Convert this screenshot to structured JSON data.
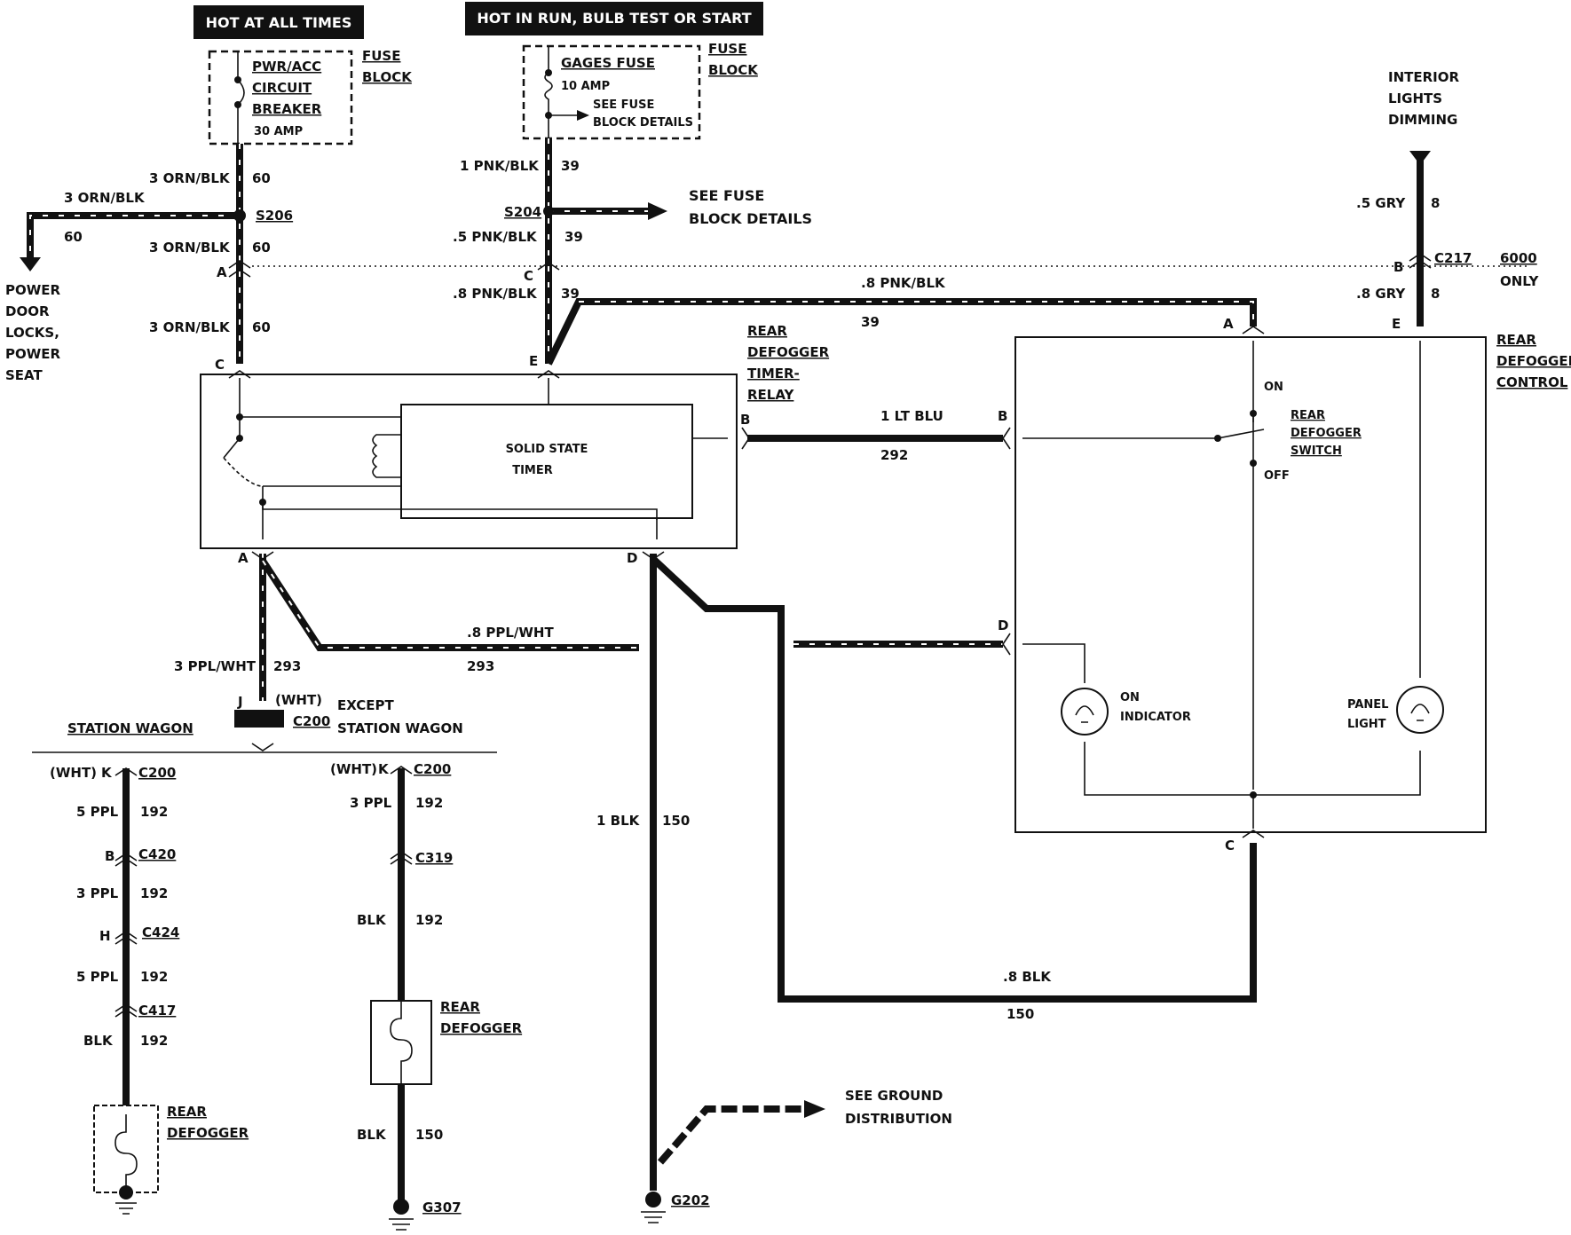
{
  "headers": {
    "hot_all_times": "HOT AT ALL TIMES",
    "hot_run": "HOT IN RUN, BULB TEST OR START"
  },
  "fuses": {
    "left": {
      "line1": "PWR/ACC",
      "line2": "CIRCUIT",
      "line3": "BREAKER",
      "rating": "30 AMP"
    },
    "right": {
      "line1": "GAGES FUSE",
      "rating": "10 AMP",
      "see1": "SEE FUSE",
      "see2": "BLOCK DETAILS"
    },
    "fuse_block_1": "FUSE",
    "fuse_block_2": "BLOCK"
  },
  "wires": {
    "orn_blk_3": "3 ORN/BLK",
    "c60": "60",
    "s206": "S206",
    "power_1": "POWER",
    "power_2": "DOOR",
    "power_3": "LOCKS,",
    "power_4": "POWER",
    "power_5": "SEAT",
    "pnk_blk_1": "1 PNK/BLK",
    "c39": "39",
    "s204": "S204",
    "see_fuse_1": "SEE FUSE",
    "see_fuse_2": "BLOCK DETAILS",
    "pnk_blk_5": ".5 PNK/BLK",
    "pnk_blk_8": ".8 PNK/BLK",
    "pnk_blk_8b": ".8 PNK/BLK",
    "lt_blu": "1 LT BLU",
    "c292": "292",
    "ppl_wht_8": ".8 PPL/WHT",
    "c293": "293",
    "ppl_wht_3": "3 PPL/WHT",
    "blk_1": "1 BLK",
    "c150": "150",
    "blk_8": ".8 BLK",
    "gry_5": ".5 GRY",
    "gry_8": ".8 GRY",
    "c8": "8",
    "c217": "C217",
    "only_6000_1": "6000",
    "only_6000_2": "ONLY",
    "interior_1": "INTERIOR",
    "interior_2": "LIGHTS",
    "interior_3": "DIMMING"
  },
  "relay": {
    "name_1": "REAR",
    "name_2": "DEFOGGER",
    "name_3": "TIMER-",
    "name_4": "RELAY",
    "timer_1": "SOLID STATE",
    "timer_2": "TIMER"
  },
  "control": {
    "name_1": "REAR",
    "name_2": "DEFOGGER",
    "name_3": "CONTROL",
    "switch_1": "REAR",
    "switch_2": "DEFOGGER",
    "switch_3": "SWITCH",
    "on": "ON",
    "off": "OFF",
    "on_ind_1": "ON",
    "on_ind_2": "INDICATOR",
    "panel_1": "PANEL",
    "panel_2": "LIGHT"
  },
  "pins": {
    "A": "A",
    "B": "B",
    "C": "C",
    "D": "D",
    "E": "E",
    "J": "J",
    "K": "K",
    "H": "H"
  },
  "lower": {
    "wht": "(WHT)",
    "c200": "C200",
    "except_1": "EXCEPT",
    "except_2": "STATION WAGON",
    "station_wagon": "STATION WAGON",
    "ppl_5": "5 PPL",
    "ppl_3": "3 PPL",
    "c192": "192",
    "c420": "C420",
    "c424": "C424",
    "c417": "C417",
    "c319": "C319",
    "blk": "BLK",
    "rear_1": "REAR",
    "rear_2": "DEFOGGER",
    "g307": "G307",
    "g202": "G202",
    "ground_1": "SEE GROUND",
    "ground_2": "DISTRIBUTION"
  }
}
